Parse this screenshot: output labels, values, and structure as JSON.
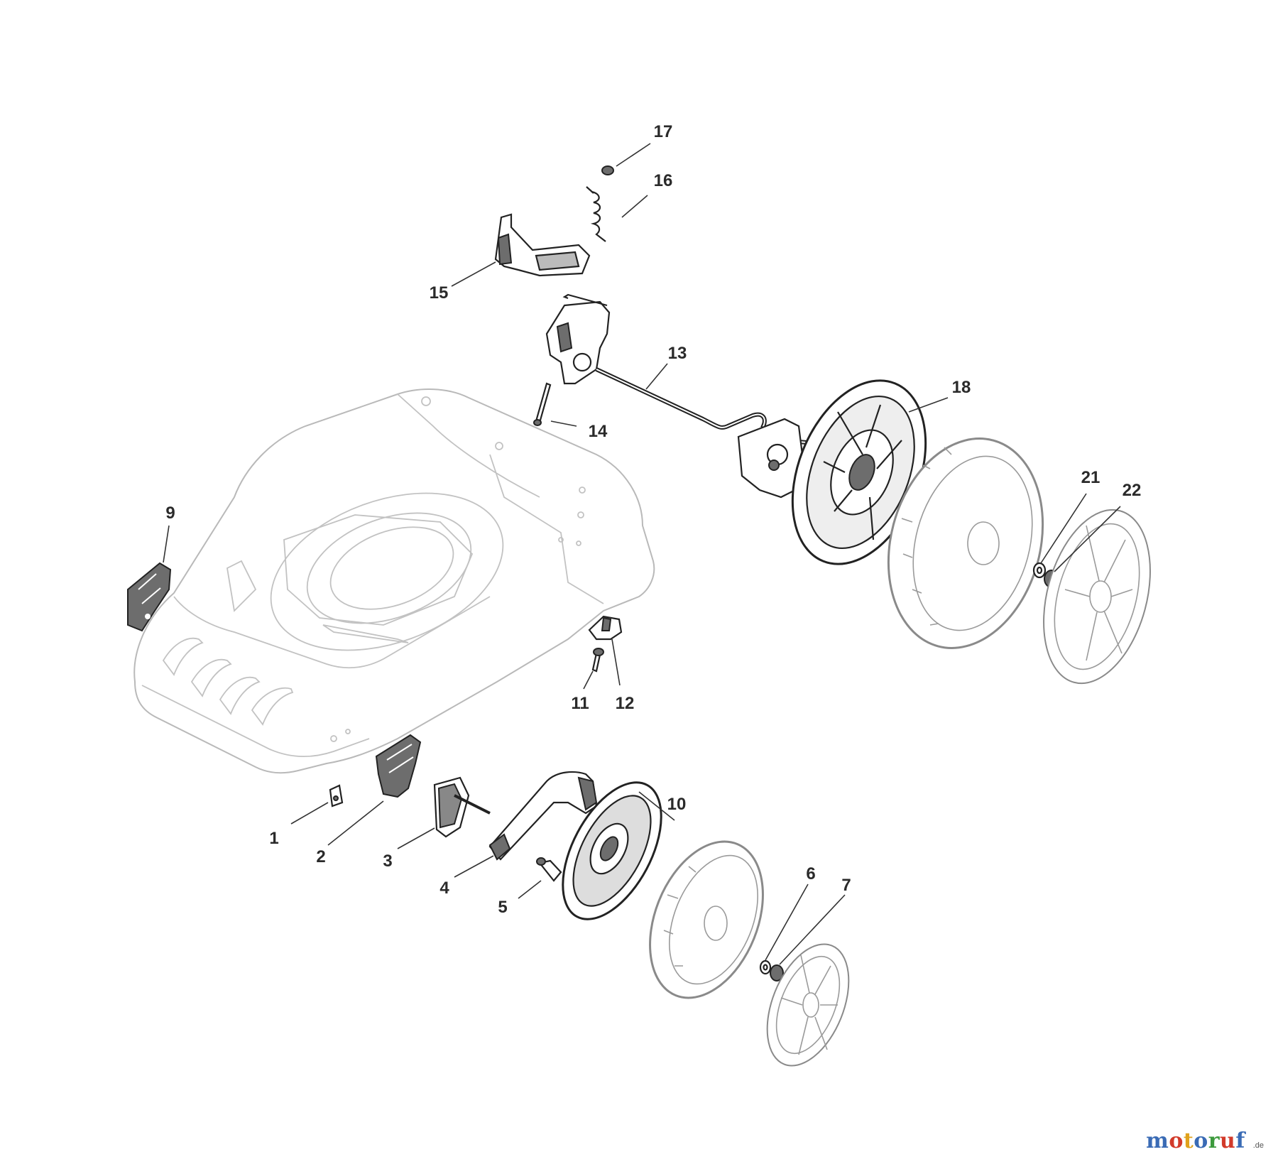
{
  "callouts": [
    "1",
    "2",
    "3",
    "4",
    "5",
    "6",
    "7",
    "9",
    "10",
    "11",
    "12",
    "13",
    "14",
    "15",
    "16",
    "17",
    "18",
    "21",
    "22"
  ],
  "watermark": {
    "letters": [
      {
        "ch": "m",
        "color": "#3a6bb5"
      },
      {
        "ch": "o",
        "color": "#d23a2a"
      },
      {
        "ch": "t",
        "color": "#e0a21c"
      },
      {
        "ch": "o",
        "color": "#3a6bb5"
      },
      {
        "ch": "r",
        "color": "#3d9a3d"
      },
      {
        "ch": "u",
        "color": "#d23a2a"
      },
      {
        "ch": "f",
        "color": "#3a6bb5"
      }
    ],
    "suffix": ".de"
  }
}
